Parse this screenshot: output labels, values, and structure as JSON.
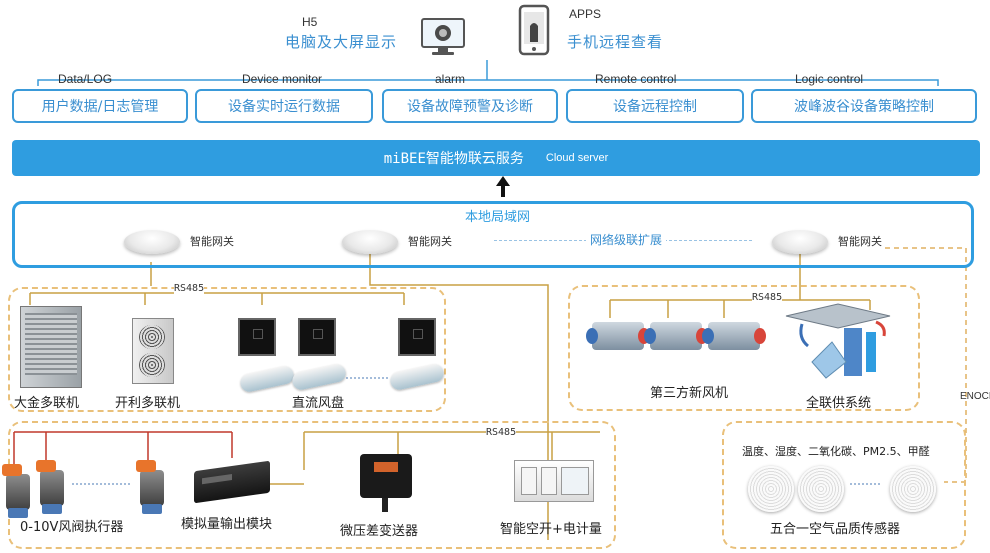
{
  "top": {
    "h5_label": "H5",
    "pc_text": "电脑及大屏显示",
    "apps_label": "APPS",
    "mobile_text": "手机远程查看"
  },
  "functions": [
    {
      "en": "Data/LOG",
      "cn": "用户数据/日志管理"
    },
    {
      "en": "Device  monitor",
      "cn": "设备实时运行数据"
    },
    {
      "en": "alarm",
      "cn": "设备故障预警及诊断"
    },
    {
      "en": "Remote control",
      "cn": "设备远程控制"
    },
    {
      "en": "Logic control",
      "cn": "波峰波谷设备策略控制"
    }
  ],
  "cloud": {
    "cn": "miBEE智能物联云服务",
    "en": "Cloud server"
  },
  "lan": {
    "title": "本地局域网",
    "gateway_label": "智能网关",
    "extension": "网络级联扩展"
  },
  "protocols": {
    "rs485": "RS485",
    "enocean": "ENOCEAN"
  },
  "devices": {
    "daikin": "大金多联机",
    "kaili": "开利多联机",
    "dc_fancoil": "直流风盘",
    "fresh_air": "第三方新风机",
    "full_supply": "全联供系统",
    "valve": "0-10V风阀执行器",
    "analog": "模拟量输出模块",
    "pressure": "微压差变送器",
    "breaker": "智能空开+电计量",
    "air_sensor": "五合一空气品质传感器",
    "sensor_params": "温度、湿度、二氧化碳、PM2.5、甲醛"
  },
  "colors": {
    "accent": "#2f9de0",
    "text_blue": "#3a8fd0",
    "dash": "#e9c07a",
    "wire": "#c8a044",
    "red_wire": "#c0392b"
  }
}
